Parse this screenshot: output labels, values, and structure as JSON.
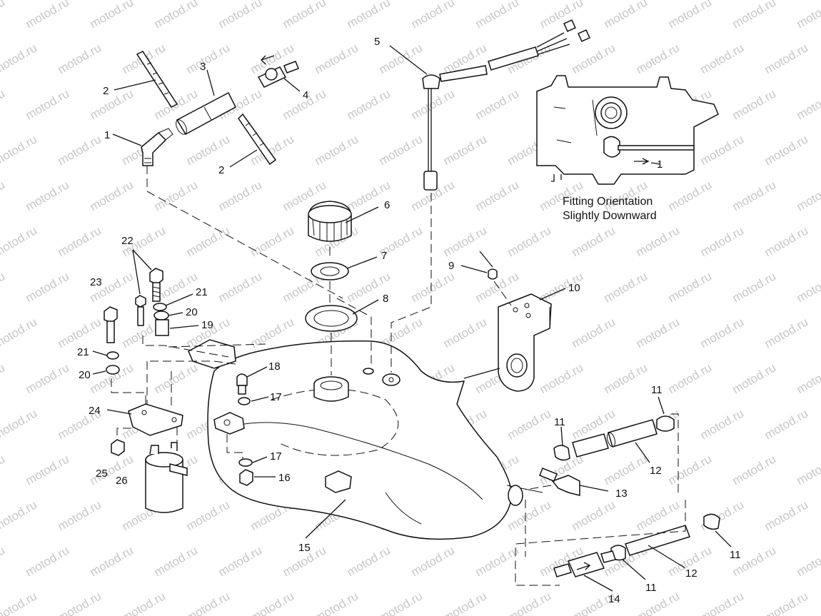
{
  "watermark": "motod.ru",
  "note": {
    "line1": "Fitting Orientation",
    "line2": "Slightly Downward"
  },
  "callouts": {
    "c1a": "1",
    "c1b": "1",
    "c2a": "2",
    "c2b": "2",
    "c3": "3",
    "c4": "4",
    "c5": "5",
    "c6": "6",
    "c7": "7",
    "c8": "8",
    "c9": "9",
    "c10": "10",
    "c11a": "11",
    "c11b": "11",
    "c11c": "11",
    "c11d": "11",
    "c12a": "12",
    "c12b": "12",
    "c13": "13",
    "c14": "14",
    "c15": "15",
    "c16": "16",
    "c17a": "17",
    "c17b": "17",
    "c18": "18",
    "c19": "19",
    "c20a": "20",
    "c20b": "20",
    "c21a": "21",
    "c21b": "21",
    "c22": "22",
    "c23": "23",
    "c24": "24",
    "c25": "25",
    "c26": "26"
  }
}
